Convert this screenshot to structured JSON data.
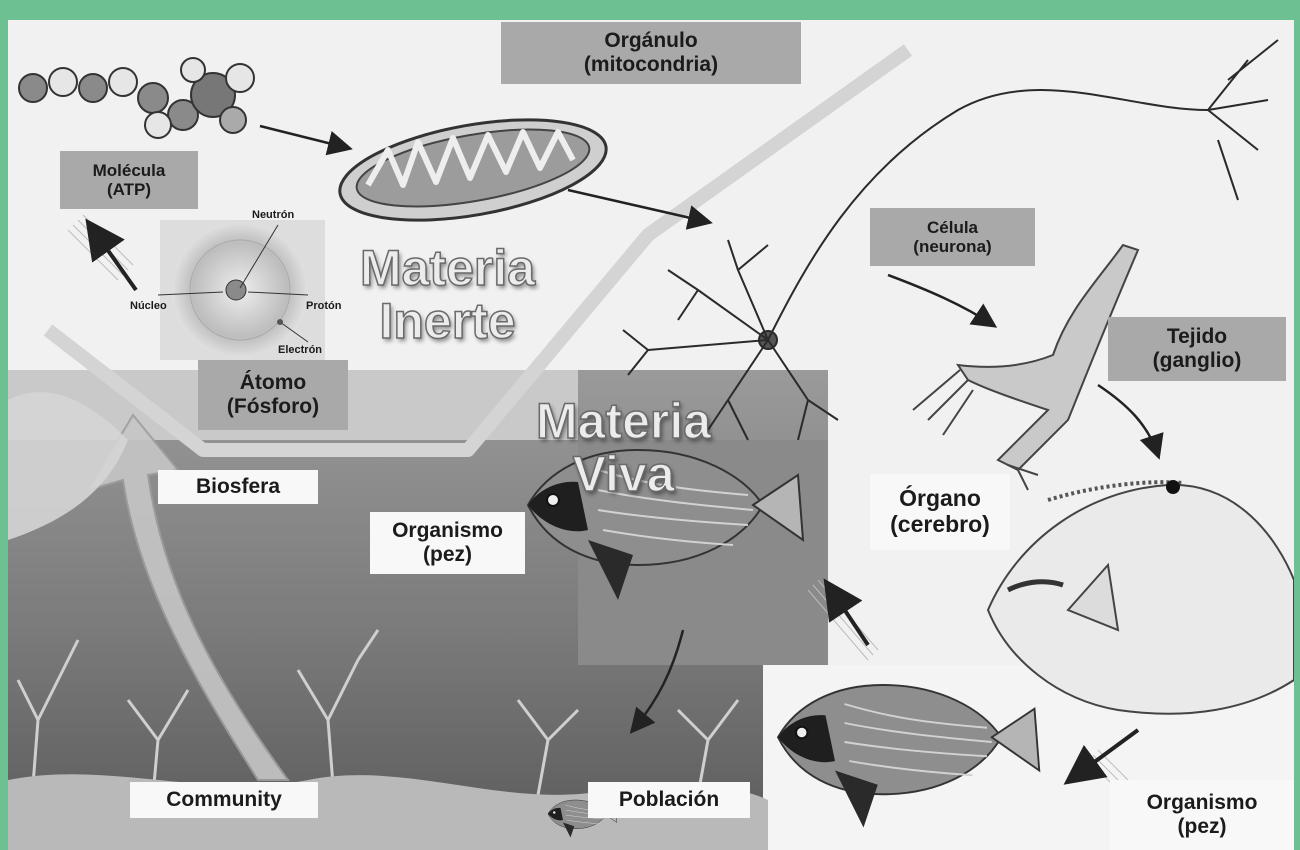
{
  "colors": {
    "frame": "#6cc092",
    "label_gray": "#a9a9a9",
    "label_white": "#f8f8f8",
    "sea": "#777777"
  },
  "icons": {
    "molecule": "atp-molecule-icon",
    "mitochondrion": "mitochondrion-icon",
    "atom": "phosphorus-atom-icon",
    "neuron": "neuron-icon",
    "tissue": "ganglion-tissue-icon",
    "organ": "brain-in-fish-icon",
    "fish": "angelfish-icon",
    "coral": "coral-reef-icon"
  },
  "labels": {
    "molecule": {
      "line1": "Molécula",
      "line2": "(ATP)"
    },
    "organelle": {
      "line1": "Orgánulo",
      "line2": "(mitocondria)"
    },
    "atom": {
      "line1": "Átomo",
      "line2": "(Fósforo)"
    },
    "cell": {
      "line1": "Célula",
      "line2": "(neurona)"
    },
    "tissue": {
      "line1": "Tejido",
      "line2": "(ganglio)"
    },
    "organ": {
      "line1": "Órgano",
      "line2": "(cerebro)"
    },
    "organism_left": {
      "line1": "Organismo",
      "line2": "(pez)"
    },
    "organism_right": {
      "line1": "Organismo",
      "line2": "(pez)"
    },
    "biosphere": "Biosfera",
    "community": "Community",
    "population": "Población"
  },
  "atom_parts": {
    "neutron": "Neutrón",
    "nucleus": "Núcleo",
    "proton": "Protón",
    "electron": "Electrón"
  },
  "headings": {
    "inert": {
      "line1": "Materia",
      "line2": "Inerte"
    },
    "living": {
      "line1": "Materia",
      "line2": "Viva"
    }
  }
}
